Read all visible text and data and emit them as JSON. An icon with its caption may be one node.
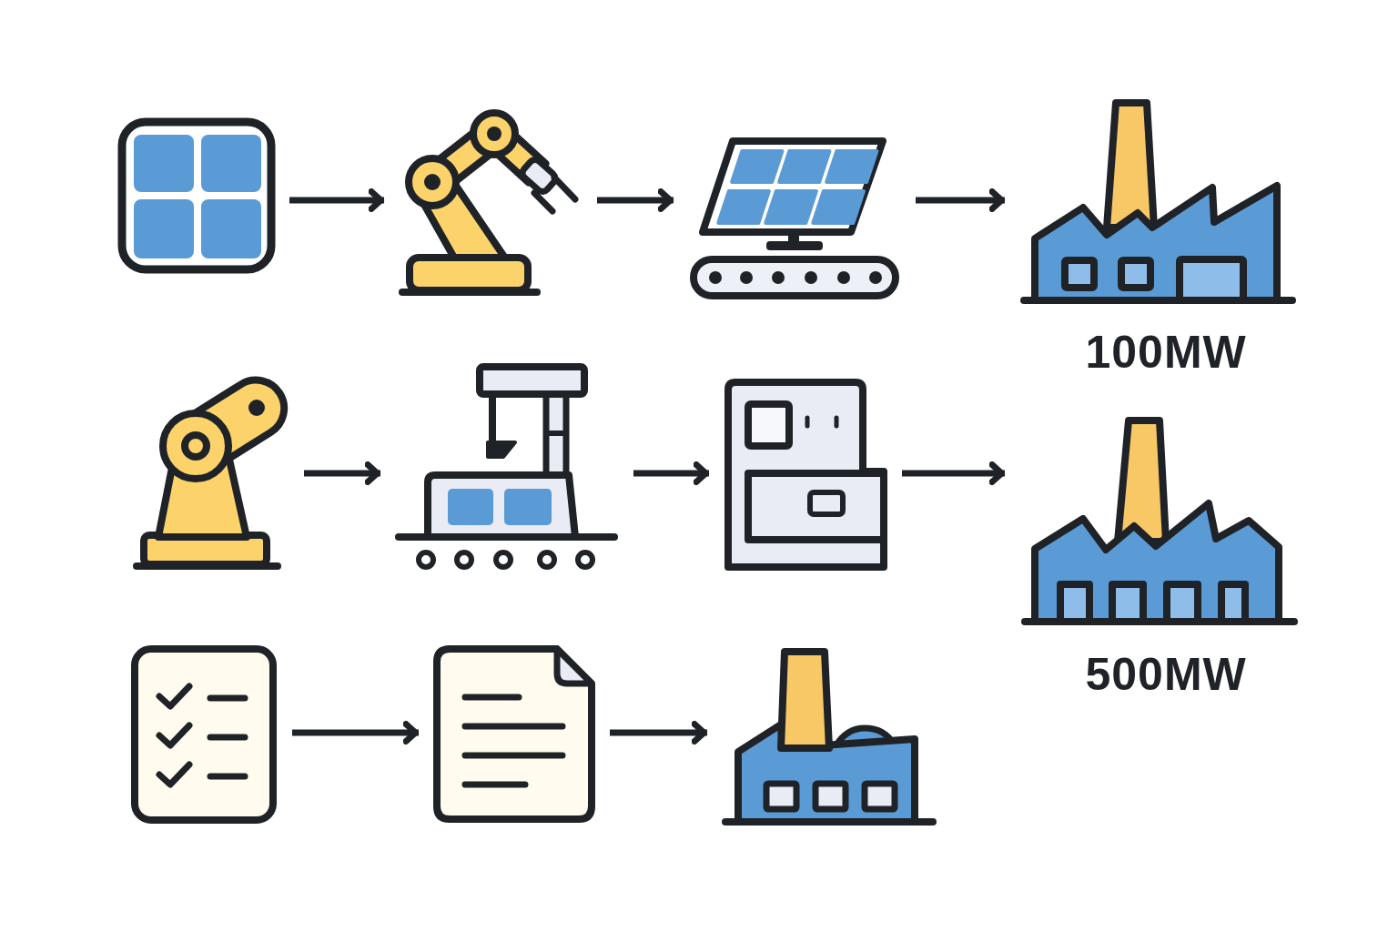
{
  "diagram": {
    "nodes": [
      {
        "text": [],
        "shape": "picture"
      },
      {
        "text": [],
        "shape": "picture"
      },
      {
        "text": [],
        "shape": "picture"
      },
      {
        "text": [],
        "shape": "picture",
        "beside": [
          "100MW"
        ]
      },
      {
        "text": [],
        "shape": "picture"
      },
      {
        "text": [],
        "shape": "picture"
      },
      {
        "text": [],
        "shape": "picture"
      },
      {
        "text": [],
        "shape": "picture",
        "beside": [
          "500MW"
        ]
      },
      {
        "text": [],
        "shape": "picture"
      },
      {
        "text": [],
        "shape": "picture"
      },
      {
        "text": [],
        "shape": "picture"
      }
    ],
    "edges": [
      {
        "from": 0,
        "to": 1,
        "arrow": "to"
      },
      {
        "from": 1,
        "to": 2,
        "arrow": "to"
      },
      {
        "from": 2,
        "to": 3,
        "arrow": "to"
      },
      {
        "from": 4,
        "to": 5,
        "arrow": "to"
      },
      {
        "from": 5,
        "to": 6,
        "arrow": "to"
      },
      {
        "from": 6,
        "to": 7,
        "arrow": "to"
      },
      {
        "from": 8,
        "to": 9,
        "arrow": "to"
      },
      {
        "from": 9,
        "to": 10,
        "arrow": "to"
      }
    ]
  }
}
